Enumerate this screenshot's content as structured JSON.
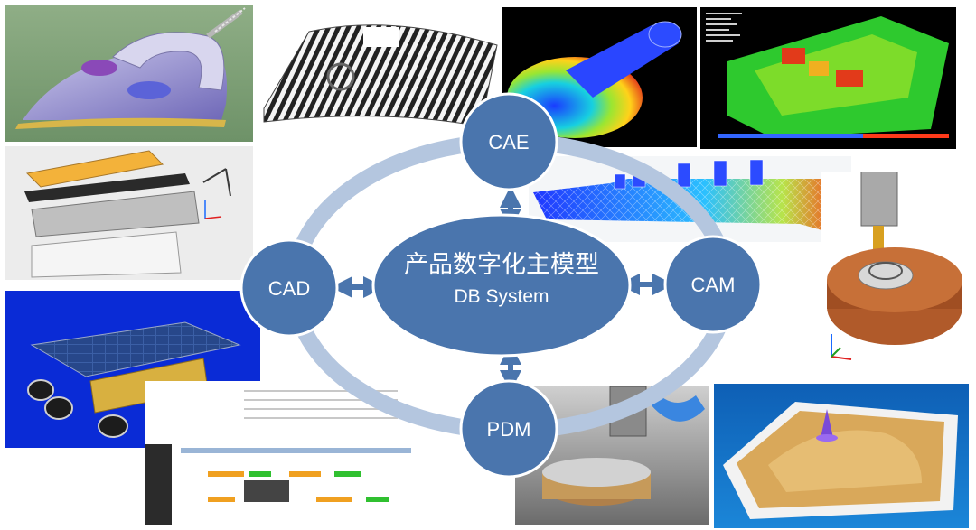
{
  "diagram": {
    "center": {
      "title": "产品数字化主模型",
      "subtitle": "DB System"
    },
    "nodes": {
      "cae": "CAE",
      "cad": "CAD",
      "cam": "CAM",
      "pdm": "PDM"
    }
  },
  "colors": {
    "node_fill": "#4a75ad",
    "node_stroke": "#ffffff",
    "ring": "#b4c6df",
    "arrow": "#4a75ad"
  },
  "icons": {
    "triad_axes": "xyz-axes-icon"
  }
}
